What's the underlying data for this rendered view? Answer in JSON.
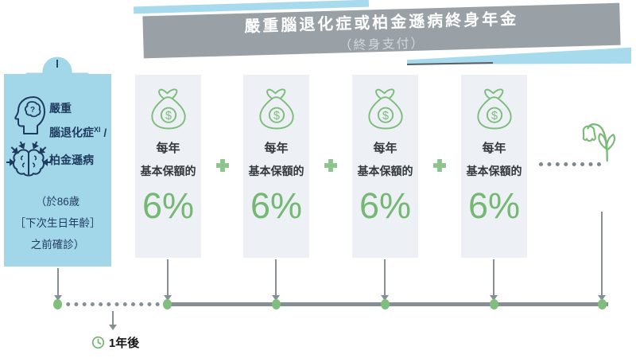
{
  "banner": {
    "title": "嚴重腦退化症或柏金遜病終身年金",
    "subtitle": "（終身支付）"
  },
  "condition_card": {
    "condition1_line1": "嚴重",
    "condition1_line2": "腦退化症",
    "condition1_sup": "XI",
    "condition1_sep": " /",
    "condition2": "柏金遜病",
    "note_line1": "（於86歲",
    "note_line2": "［下次生日年齡］",
    "note_line3": "之前確診）"
  },
  "benefit_cards": [
    {
      "line1": "每年",
      "line2": "基本保額的",
      "percent": "6%"
    },
    {
      "line1": "每年",
      "line2": "基本保額的",
      "percent": "6%"
    },
    {
      "line1": "每年",
      "line2": "基本保額的",
      "percent": "6%"
    },
    {
      "line1": "每年",
      "line2": "基本保額的",
      "percent": "6%"
    }
  ],
  "timeline": {
    "label": "1年後"
  },
  "icons": {
    "money_bag_symbol": "$",
    "dementia_question_mark": "?",
    "names": [
      "clipboard-clip-icon",
      "head-dementia-icon",
      "brain-parkinson-icon",
      "money-bag-icon",
      "plus-icon",
      "flower-icon",
      "clock-icon",
      "down-arrow-icon"
    ]
  },
  "colors": {
    "accent_green": "#7aba78",
    "percent_green": "#74b873",
    "light_blue": "#a2d7e9",
    "stripe_blue": "#a8daee",
    "banner_gray": "#9aa1a6",
    "line_gray": "#868f94",
    "navy_text": "#1f3a5f",
    "benefit_card_bg": "#edf1f6"
  }
}
